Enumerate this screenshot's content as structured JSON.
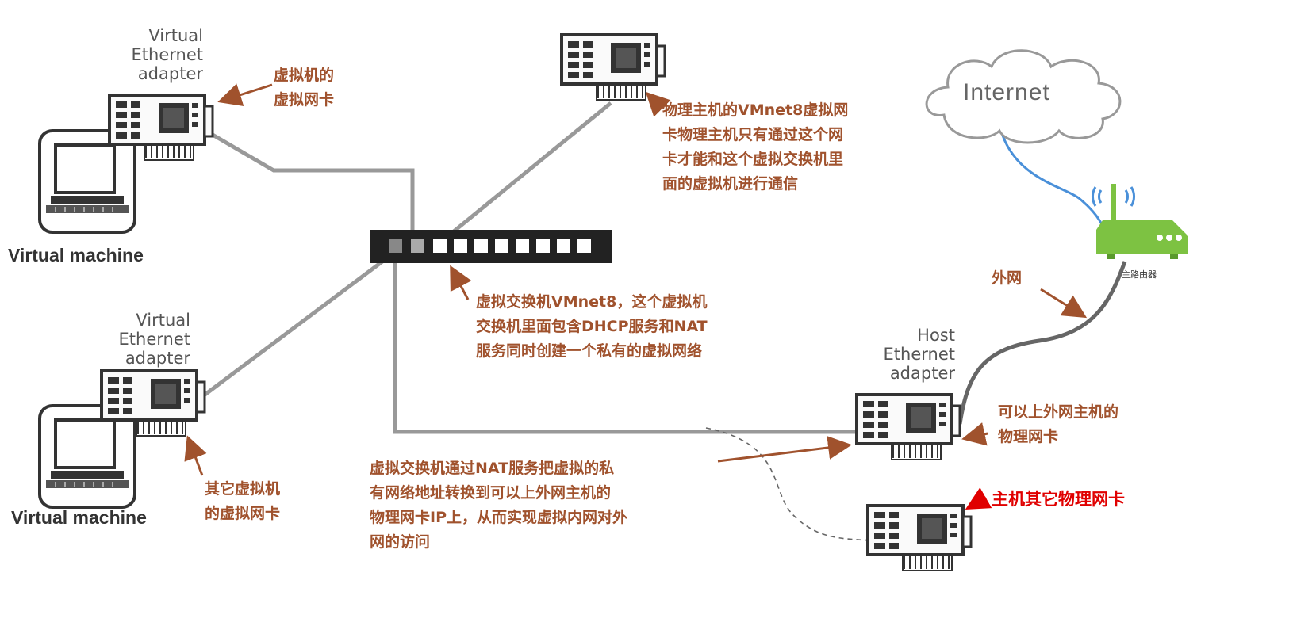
{
  "labels": {
    "vm1_adapter": "Virtual\nEthernet\nadapter",
    "vm1_name": "Virtual machine",
    "vm2_adapter": "Virtual\nEthernet\nadapter",
    "vm2_name": "Virtual machine",
    "host_adapter": "Host\nEthernet\nadapter",
    "internet": "Internet",
    "router": "主路由器"
  },
  "notes": {
    "vm_nic": "虚拟机的\n虚拟网卡",
    "vmnet8_host_nic": "物理主机的VMnet8虚拟网\n卡物理主机只有通过这个网\n卡才能和这个虚拟交换机里\n面的虚拟机进行通信",
    "switch": "虚拟交换机VMnet8，这个虚拟机\n交换机里面包含DHCP服务和NAT\n服务同时创建一个私有的虚拟网络",
    "other_vm_nic": "其它虚拟机\n的虚拟网卡",
    "nat": "虚拟交换机通过NAT服务把虚拟的私\n有网络地址转换到可以上外网主机的\n物理网卡IP上，从而实现虚拟内网对外\n网的访问",
    "wan": "外网",
    "host_nic": "可以上外网主机的\n物理网卡",
    "other_host_nic": "主机其它物理网卡"
  },
  "colors": {
    "note_text": "#a0522d",
    "red_note": "#e00000",
    "cable_gray": "#999999",
    "internet_link": "#4a90d9",
    "router_green": "#7dc242"
  },
  "icons": [
    "laptop-icon",
    "network-card-icon",
    "network-switch-icon",
    "cloud-icon",
    "wifi-router-icon"
  ]
}
